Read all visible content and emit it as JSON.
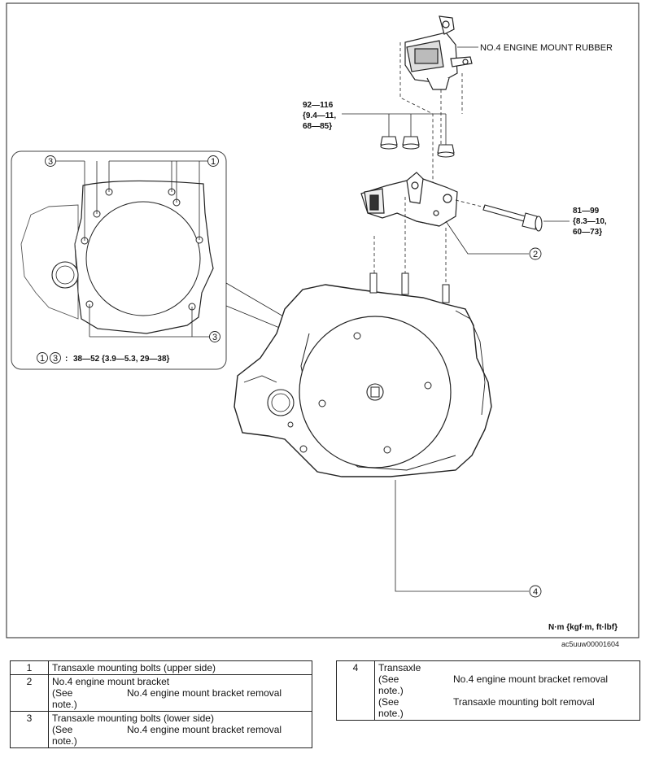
{
  "labels": {
    "mount_rubber": "NO.4 ENGINE MOUNT RUBBER",
    "torque_nut_1": "92—116",
    "torque_nut_2": "{9.4—11,",
    "torque_nut_3": "68—85}",
    "torque_bolt_1": "81—99",
    "torque_bolt_2": "{8.3—10,",
    "torque_bolt_3": "60—73}",
    "inset_torque": "38—52 {3.9—5.3, 29—38}",
    "inset_torque_sep": ":",
    "units": "N·m {kgf·m, ft·lbf}",
    "image_id": "ac5uuw00001604"
  },
  "callouts": [
    "1",
    "2",
    "3",
    "4"
  ],
  "table_left": [
    {
      "num": "1",
      "text": "Transaxle mounting bolts (upper side)",
      "see": "",
      "ref": "",
      "tail": ""
    },
    {
      "num": "2",
      "text": "No.4 engine mount bracket",
      "see": "(See",
      "ref": "No.4 engine mount bracket removal",
      "tail": "note.)"
    },
    {
      "num": "3",
      "text": "Transaxle mounting bolts (lower side)",
      "see": "(See",
      "ref": "No.4 engine mount bracket removal",
      "tail": "note.)"
    }
  ],
  "table_right": [
    {
      "num": "4",
      "text": "Transaxle",
      "see1": "(See",
      "ref1": "No.4 engine mount bracket removal",
      "tail1": "note.)",
      "see2": "(See",
      "ref2": "Transaxle mounting bolt removal",
      "tail2": "note.)"
    }
  ]
}
